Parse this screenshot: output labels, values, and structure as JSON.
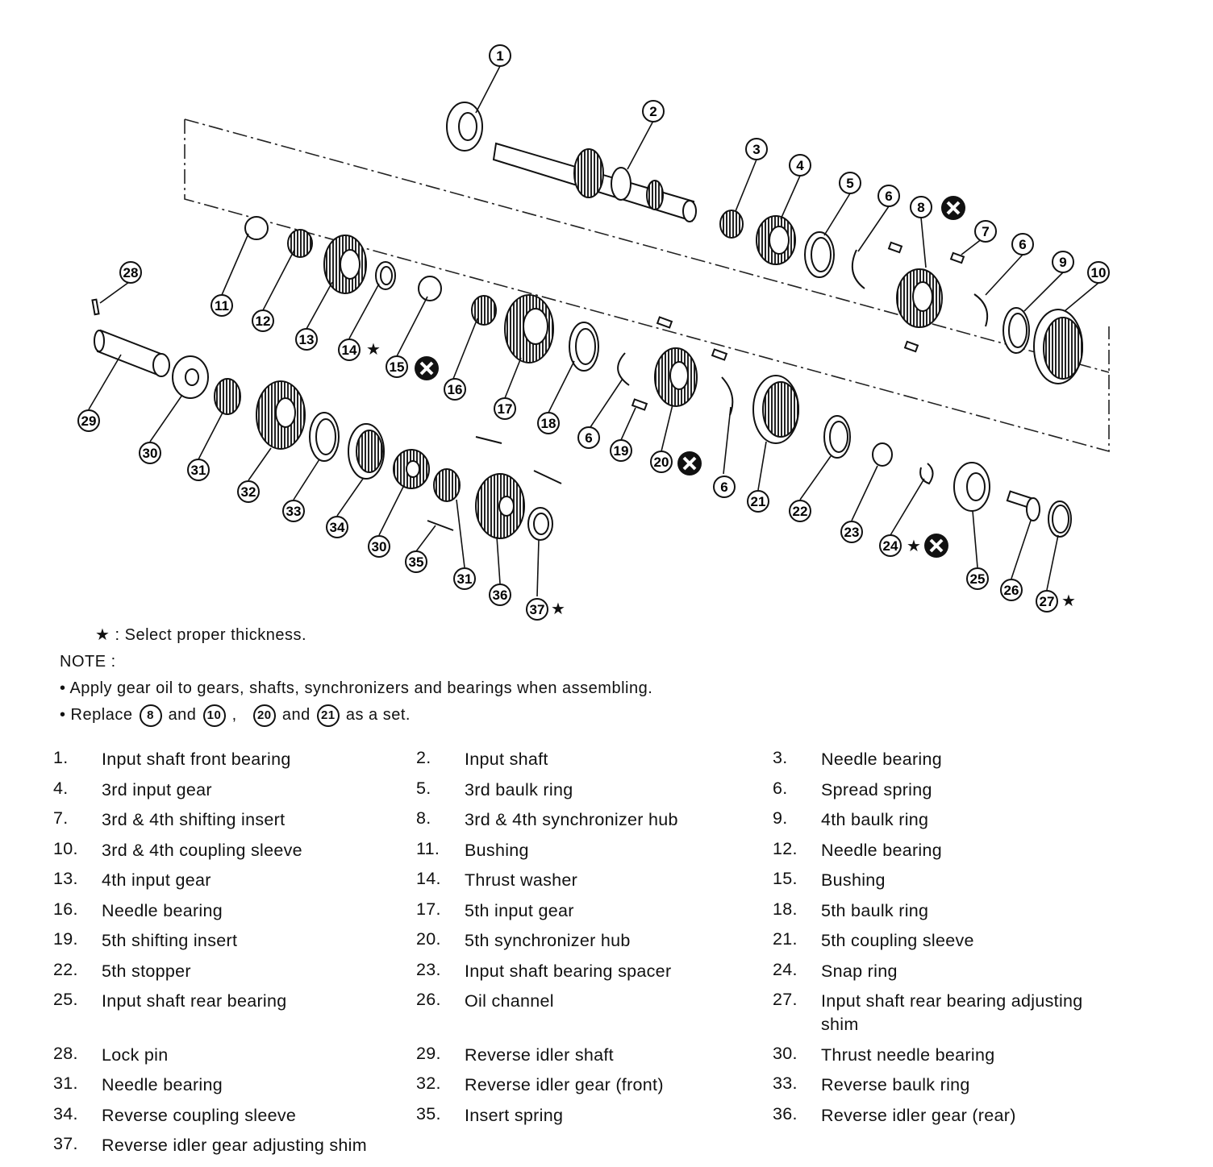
{
  "callouts": [
    "1",
    "2",
    "3",
    "4",
    "5",
    "6",
    "6",
    "6",
    "6",
    "7",
    "8",
    "9",
    "10",
    "11",
    "12",
    "13",
    "14",
    "15",
    "16",
    "17",
    "18",
    "19",
    "20",
    "21",
    "22",
    "23",
    "24",
    "25",
    "26",
    "27",
    "28",
    "29",
    "30",
    "30",
    "31",
    "31",
    "32",
    "33",
    "34",
    "35",
    "36",
    "37"
  ],
  "star_note": "★ : Select proper thickness.",
  "note_title": "NOTE :",
  "note_line1": "• Apply gear oil to gears, shafts, synchronizers and bearings when assembling.",
  "note_line2_prefix": "• Replace",
  "note_set_a": [
    "8",
    "10"
  ],
  "note_set_b": [
    "20",
    "21"
  ],
  "note_and": "and",
  "note_comma": ",",
  "note_suffix": "as a set.",
  "legend": [
    {
      "num": "1.",
      "label": "Input shaft front bearing"
    },
    {
      "num": "2.",
      "label": "Input shaft"
    },
    {
      "num": "3.",
      "label": "Needle bearing"
    },
    {
      "num": "4.",
      "label": "3rd input gear"
    },
    {
      "num": "5.",
      "label": "3rd baulk ring"
    },
    {
      "num": "6.",
      "label": "Spread spring"
    },
    {
      "num": "7.",
      "label": "3rd & 4th shifting insert"
    },
    {
      "num": "8.",
      "label": "3rd & 4th synchronizer hub"
    },
    {
      "num": "9.",
      "label": "4th baulk ring"
    },
    {
      "num": "10.",
      "label": "3rd & 4th coupling sleeve"
    },
    {
      "num": "11.",
      "label": "Bushing"
    },
    {
      "num": "12.",
      "label": "Needle bearing"
    },
    {
      "num": "13.",
      "label": "4th input gear"
    },
    {
      "num": "14.",
      "label": "Thrust washer"
    },
    {
      "num": "15.",
      "label": "Bushing"
    },
    {
      "num": "16.",
      "label": "Needle bearing"
    },
    {
      "num": "17.",
      "label": "5th input gear"
    },
    {
      "num": "18.",
      "label": "5th baulk ring"
    },
    {
      "num": "19.",
      "label": "5th shifting insert"
    },
    {
      "num": "20.",
      "label": "5th synchronizer hub"
    },
    {
      "num": "21.",
      "label": "5th coupling sleeve"
    },
    {
      "num": "22.",
      "label": "5th stopper"
    },
    {
      "num": "23.",
      "label": "Input shaft bearing spacer"
    },
    {
      "num": "24.",
      "label": "Snap ring"
    },
    {
      "num": "25.",
      "label": "Input shaft rear bearing"
    },
    {
      "num": "26.",
      "label": "Oil channel"
    },
    {
      "num": "27.",
      "label": "Input shaft rear bearing adjusting shim"
    },
    {
      "num": "28.",
      "label": "Lock pin"
    },
    {
      "num": "29.",
      "label": "Reverse idler shaft"
    },
    {
      "num": "30.",
      "label": "Thrust needle bearing"
    },
    {
      "num": "31.",
      "label": "Needle bearing"
    },
    {
      "num": "32.",
      "label": "Reverse idler gear (front)"
    },
    {
      "num": "33.",
      "label": "Reverse baulk ring"
    },
    {
      "num": "34.",
      "label": "Reverse coupling sleeve"
    },
    {
      "num": "35.",
      "label": "Insert spring"
    },
    {
      "num": "36.",
      "label": "Reverse idler gear (rear)"
    },
    {
      "num": "37.",
      "label": "Reverse idler gear adjusting shim"
    }
  ]
}
